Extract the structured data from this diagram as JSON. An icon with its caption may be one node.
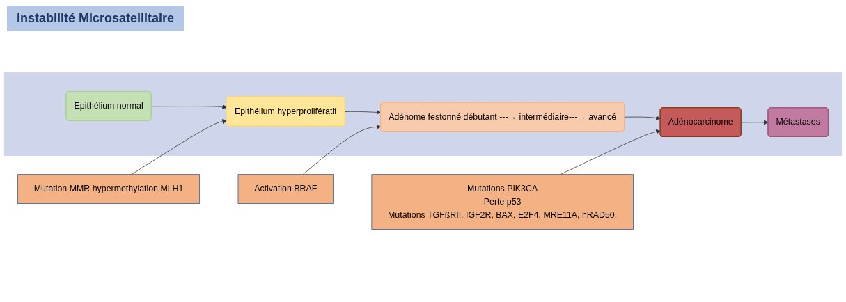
{
  "diagram": {
    "title": "Instabilité Microsatellitaire",
    "nodes": [
      {
        "text": [
          "Mutation MMR hypermethylation MLH1"
        ]
      },
      {
        "text": [
          "Activation BRAF"
        ]
      },
      {
        "text": [
          "Mutations PIK3CA",
          "Perte p53",
          "Mutations TGFßRII, IGF2R, BAX, E2F4, MRE11A, hRAD50,"
        ]
      },
      {
        "text": [],
        "shape": "arrow"
      },
      {
        "text": [
          "Epithélium normal"
        ],
        "in": 3
      },
      {
        "text": [
          "Epithélium hyperprolifératif"
        ],
        "in": 3
      },
      {
        "text": [
          "Adénome festonné débutant ---→ intermédiaire---→ avancé"
        ],
        "in": 3
      },
      {
        "text": [
          "Adénocarcinome"
        ],
        "in": 3
      },
      {
        "text": [
          "Métastases"
        ],
        "in": 3
      }
    ],
    "edges": [
      {
        "from": 4,
        "to": 5,
        "arrow": "to"
      },
      {
        "from": 5,
        "to": 6,
        "arrow": "to"
      },
      {
        "from": 6,
        "to": 7,
        "arrow": "to"
      },
      {
        "from": 7,
        "to": 8,
        "arrow": "to"
      },
      {
        "from": 0,
        "to": 5,
        "arrow": "to"
      },
      {
        "from": 1,
        "to": 6,
        "arrow": "to"
      },
      {
        "from": 2,
        "to": 7,
        "arrow": "to"
      }
    ]
  }
}
